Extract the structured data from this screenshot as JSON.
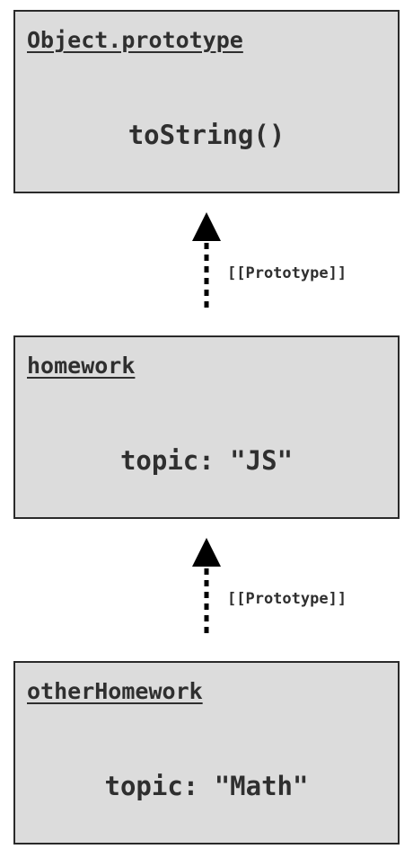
{
  "objects": [
    {
      "name": "Object.prototype",
      "member": "toString()"
    },
    {
      "name": "homework",
      "member": "topic: \"JS\""
    },
    {
      "name": "otherHomework",
      "member": "topic: \"Math\""
    }
  ],
  "links": [
    {
      "from": "homework",
      "to": "Object.prototype",
      "label": "[[Prototype]]"
    },
    {
      "from": "otherHomework",
      "to": "homework",
      "label": "[[Prototype]]"
    }
  ],
  "colors": {
    "box_fill": "#dcdcdc",
    "box_border": "#2a2a2a",
    "text": "#2f2f2f",
    "arrow": "#000000"
  }
}
